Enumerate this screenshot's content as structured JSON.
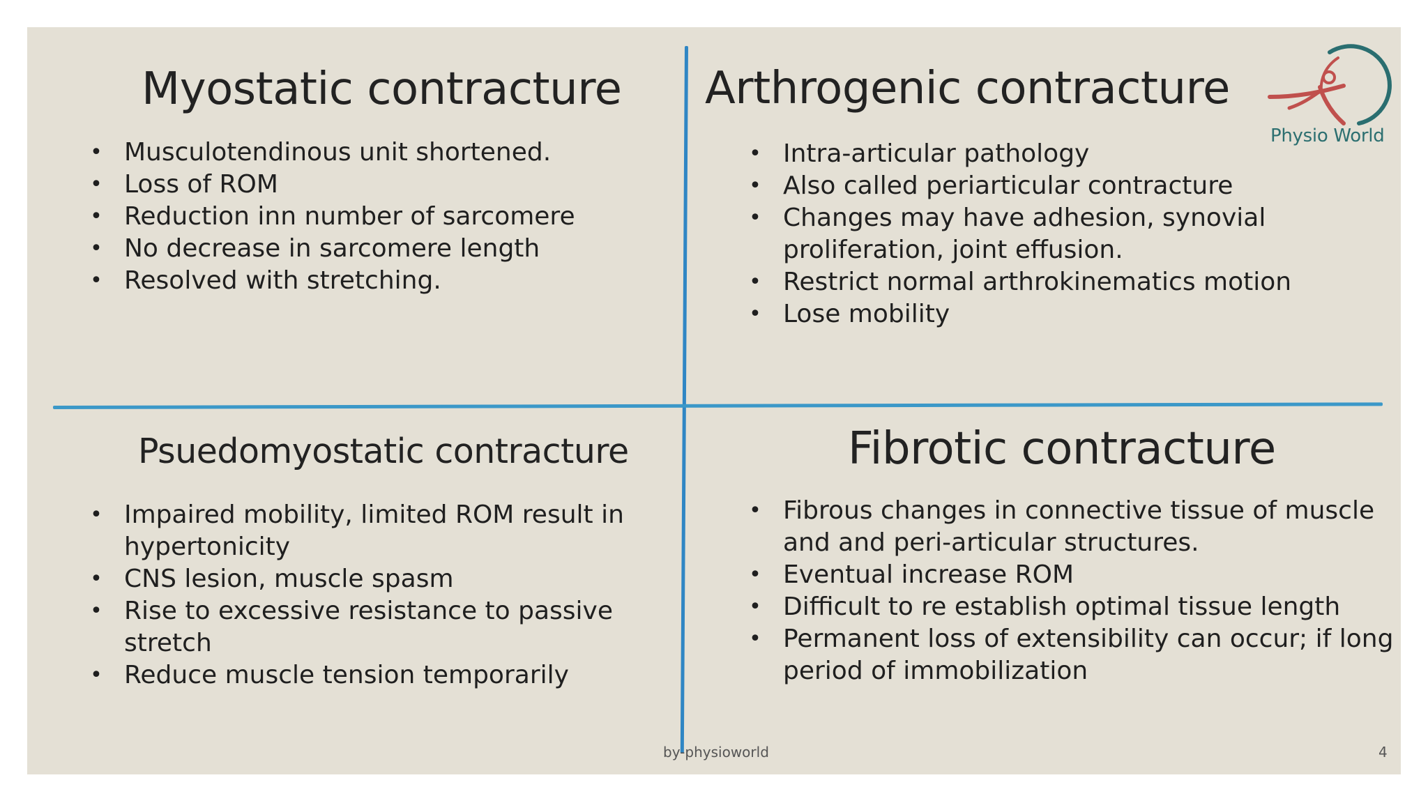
{
  "quadrants": {
    "top_left": {
      "title": "Myostatic contracture",
      "bullets": [
        "Musculotendinous unit shortened.",
        "Loss of ROM",
        "Reduction inn number of sarcomere",
        "No decrease in sarcomere length",
        "Resolved with stretching."
      ]
    },
    "top_right": {
      "title": "Arthrogenic contracture",
      "bullets": [
        "Intra-articular pathology",
        "Also called periarticular contracture",
        "Changes may have adhesion, synovial",
        "proliferation, joint effusion.",
        "Restrict normal arthrokinematics motion",
        "Lose mobility"
      ]
    },
    "bottom_left": {
      "title": "Psuedomyostatic contracture",
      "bullets": [
        "Impaired mobility, limited ROM result in",
        "hypertonicity",
        "CNS lesion, muscle spasm",
        "Rise to excessive resistance to passive",
        "stretch",
        "Reduce muscle tension temporarily"
      ]
    },
    "bottom_right": {
      "title": "Fibrotic contracture",
      "bullets": [
        "Fibrous changes in connective tissue of muscle",
        "and and peri-articular structures.",
        "Eventual increase ROM",
        "Difficult to re establish optimal tissue length",
        "Permanent loss of extensibility can occur; if long",
        "period of immobilization"
      ]
    }
  },
  "logo": {
    "text": "Physio World",
    "colors": {
      "circle": "#2a6e70",
      "figure": "#c0504d"
    }
  },
  "footer": {
    "text": "by-physioworld",
    "page_number": "4"
  },
  "colors": {
    "background": "#e4e0d5",
    "divider_vertical": "#2f86c4",
    "divider_horizontal": "#3b98c8",
    "text": "#222222"
  }
}
